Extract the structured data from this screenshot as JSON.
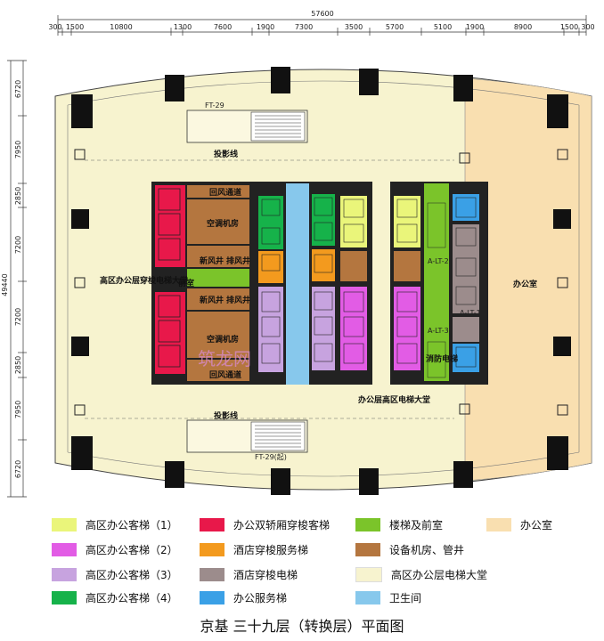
{
  "dimensions": {
    "total_width": "57600",
    "top_segments": [
      "300",
      "1500",
      "10800",
      "1300",
      "7600",
      "1900",
      "7300",
      "3500",
      "5700",
      "5100",
      "1900",
      "8900",
      "1500",
      "300"
    ],
    "total_height": "49440",
    "left_segments": [
      "6720",
      "7950",
      "2850",
      "7200",
      "7200",
      "2850",
      "7950",
      "6720"
    ]
  },
  "labels": {
    "ft29_top": "FT-29",
    "ft29_bottom": "FT-29(起)",
    "shadow_top": "投影线",
    "shadow_bottom": "投影线",
    "return_air_top": "回风通道",
    "return_air_bottom": "回风通道",
    "ac_room_top": "空调机房",
    "ac_room_bottom": "空调机房",
    "fresh_shaft_top": "新风井",
    "exhaust_shaft_top": "排风井",
    "fresh_shaft_bottom": "新风井",
    "exhaust_shaft_bottom": "排风井",
    "front_room": "前室",
    "high_shuttle_lobby": "高区办公层穿梭电梯大堂",
    "high_office_lobby": "办公层高区电梯大堂",
    "office_room": "办公室",
    "fire_elevator": "消防电梯",
    "lt2": "A-LT-2",
    "lt3": "A-LT-3",
    "lt1": "A-LT-1",
    "watermark": "筑龙网"
  },
  "colors": {
    "high_office_1": "#eaf57a",
    "high_office_2": "#e25ce5",
    "high_office_3": "#c7a3df",
    "high_office_4": "#16b24a",
    "shuttle_double": "#e8184a",
    "hotel_service": "#f39a1e",
    "hotel_shuttle": "#9c8c8c",
    "office_service": "#3aa0e6",
    "stairs": "#7bc42a",
    "equipment": "#b4763f",
    "lobby": "#f7f3cf",
    "office": "#f9dfb0",
    "wc": "#87c8ec",
    "column": "#111111"
  },
  "legend": [
    {
      "label": "高区办公客梯（1）",
      "color": "#eaf57a"
    },
    {
      "label": "办公双轿厢穿梭客梯",
      "color": "#e8184a"
    },
    {
      "label": "楼梯及前室",
      "color": "#7bc42a"
    },
    {
      "label": "办公室",
      "color": "#f9dfb0"
    },
    {
      "label": "高区办公客梯（2）",
      "color": "#e25ce5"
    },
    {
      "label": "酒店穿梭服务梯",
      "color": "#f39a1e"
    },
    {
      "label": "设备机房、管井",
      "color": "#b4763f"
    },
    {
      "label": "高区办公客梯（3）",
      "color": "#c7a3df"
    },
    {
      "label": "酒店穿梭电梯",
      "color": "#9c8c8c"
    },
    {
      "label": "高区办公层电梯大堂",
      "color": "#f7f3cf"
    },
    {
      "label": "高区办公客梯（4）",
      "color": "#16b24a"
    },
    {
      "label": "办公服务梯",
      "color": "#3aa0e6"
    },
    {
      "label": "卫生间",
      "color": "#87c8ec"
    }
  ],
  "title": "京基  三十九层（转换层）平面图"
}
